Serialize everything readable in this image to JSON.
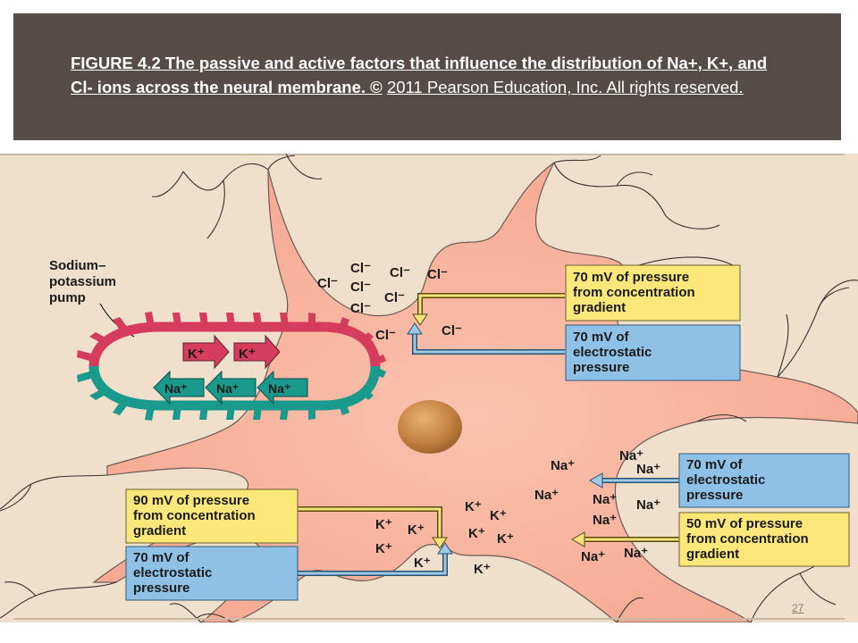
{
  "header": {
    "title_bold": "FIGURE 4.2 The passive and active factors that influence the distribution of Na+, K+, and Cl- ions across the neural membrane. ©",
    "title_regular": "2011 Pearson Education, Inc.  All rights reserved",
    "title_trailing": "."
  },
  "figure": {
    "pump_label": [
      "Sodium–",
      "potassium",
      "pump"
    ],
    "pump_k": "K⁺",
    "pump_na": "Na⁺",
    "cl_ion": "Cl⁻",
    "na_ion": "Na⁺",
    "k_ion": "K⁺",
    "cl_conc_box": [
      "70 mV of pressure",
      "from concentration",
      "gradient"
    ],
    "cl_elec_box": [
      "70 mV of",
      "electrostatic",
      "pressure"
    ],
    "na_elec_box": [
      "70 mV of",
      "electrostatic",
      "pressure"
    ],
    "na_conc_box": [
      "50 mV of pressure",
      "from concentration",
      "gradient"
    ],
    "k_conc_box": [
      "90 mV of pressure",
      "from concentration",
      "gradient"
    ],
    "k_elec_box": [
      "70 mV of",
      "electrostatic",
      "pressure"
    ]
  },
  "footer": {
    "page_number": "27"
  },
  "colors": {
    "header_bg": "#554b47",
    "figure_bg": "#f0e0cb",
    "neuron": "#f7b09c",
    "yellow_box": "#fbe77a",
    "blue_box": "#8fc1e6",
    "pump_red": "#d63c5c",
    "pump_teal": "#1a9a8c"
  }
}
